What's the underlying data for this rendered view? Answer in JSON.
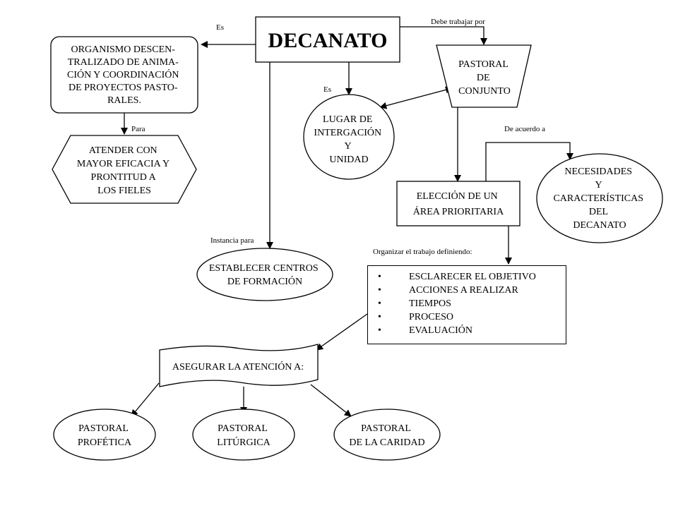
{
  "nodes": {
    "decanato": "DECANATO",
    "organismo": [
      "ORGANISMO DESCEN-",
      "TRALIZADO DE ANIMA-",
      "CIÓN Y COORDINACIÓN",
      "DE PROYECTOS PASTO-",
      "RALES."
    ],
    "atender": [
      "ATENDER CON",
      "MAYOR EFICACIA Y",
      "PRONTITUD A",
      "LOS FIELES"
    ],
    "pastoral_conjunto": [
      "PASTORAL",
      "DE",
      "CONJUNTO"
    ],
    "lugar": [
      "LUGAR DE",
      "INTERGACIÓN",
      "Y",
      "UNIDAD"
    ],
    "necesidades": [
      "NECESIDADES",
      "Y",
      "CARACTERÍSTICAS",
      "DEL",
      "DECANATO"
    ],
    "eleccion": [
      "ELECCIÓN DE UN",
      "ÁREA PRIORITARIA"
    ],
    "establecer": [
      "ESTABLECER CENTROS",
      "DE FORMACIÓN"
    ],
    "objetivos": [
      "ESCLARECER EL OBJETIVO",
      "ACCIONES A REALIZAR",
      "TIEMPOS",
      "PROCESO",
      "EVALUACIÓN"
    ],
    "asegurar": "ASEGURAR LA ATENCIÓN A:",
    "profetica": [
      "PASTORAL",
      "PROFÉTICA"
    ],
    "liturgica": [
      "PASTORAL",
      "LITÚRGICA"
    ],
    "caridad": [
      "PASTORAL",
      "DE LA CARIDAD"
    ]
  },
  "labels": {
    "es_left": "Es",
    "es_mid": "Es",
    "debe": "Debe  trabajar  por",
    "para": "Para",
    "de_acuerdo": "De  acuerdo  a",
    "instancia": "Instancia  para",
    "organizar": "Organizar  el   trabajo  definiendo:"
  }
}
